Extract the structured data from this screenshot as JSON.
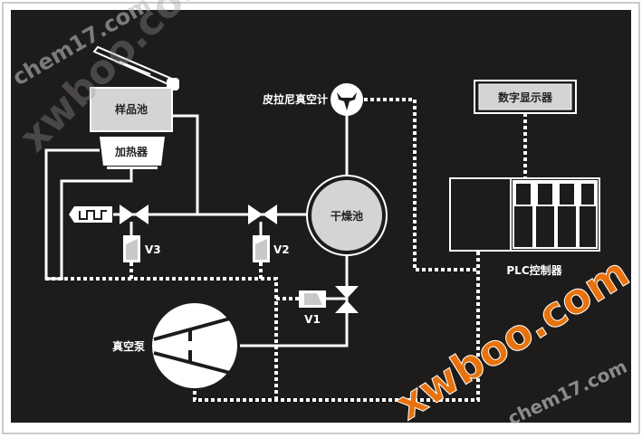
{
  "labels": {
    "sample_cell": "样品池",
    "heater": "加热器",
    "pirani_gauge": "皮拉尼真空计",
    "drying_cell": "干燥池",
    "digital_display": "数字显示器",
    "plc_controller": "PLC控制器",
    "vacuum_pump": "真空泵",
    "valve_v1": "V1",
    "valve_v2": "V2",
    "valve_v3": "V3"
  },
  "watermarks": [
    "chem17.com",
    "xwboo.com",
    "xwboo.com",
    "chem17.com"
  ],
  "colors": {
    "background": "#1e1b1b",
    "line": "#ffffff",
    "fill": "#d4d4d4",
    "watermark": "#e8720c"
  }
}
